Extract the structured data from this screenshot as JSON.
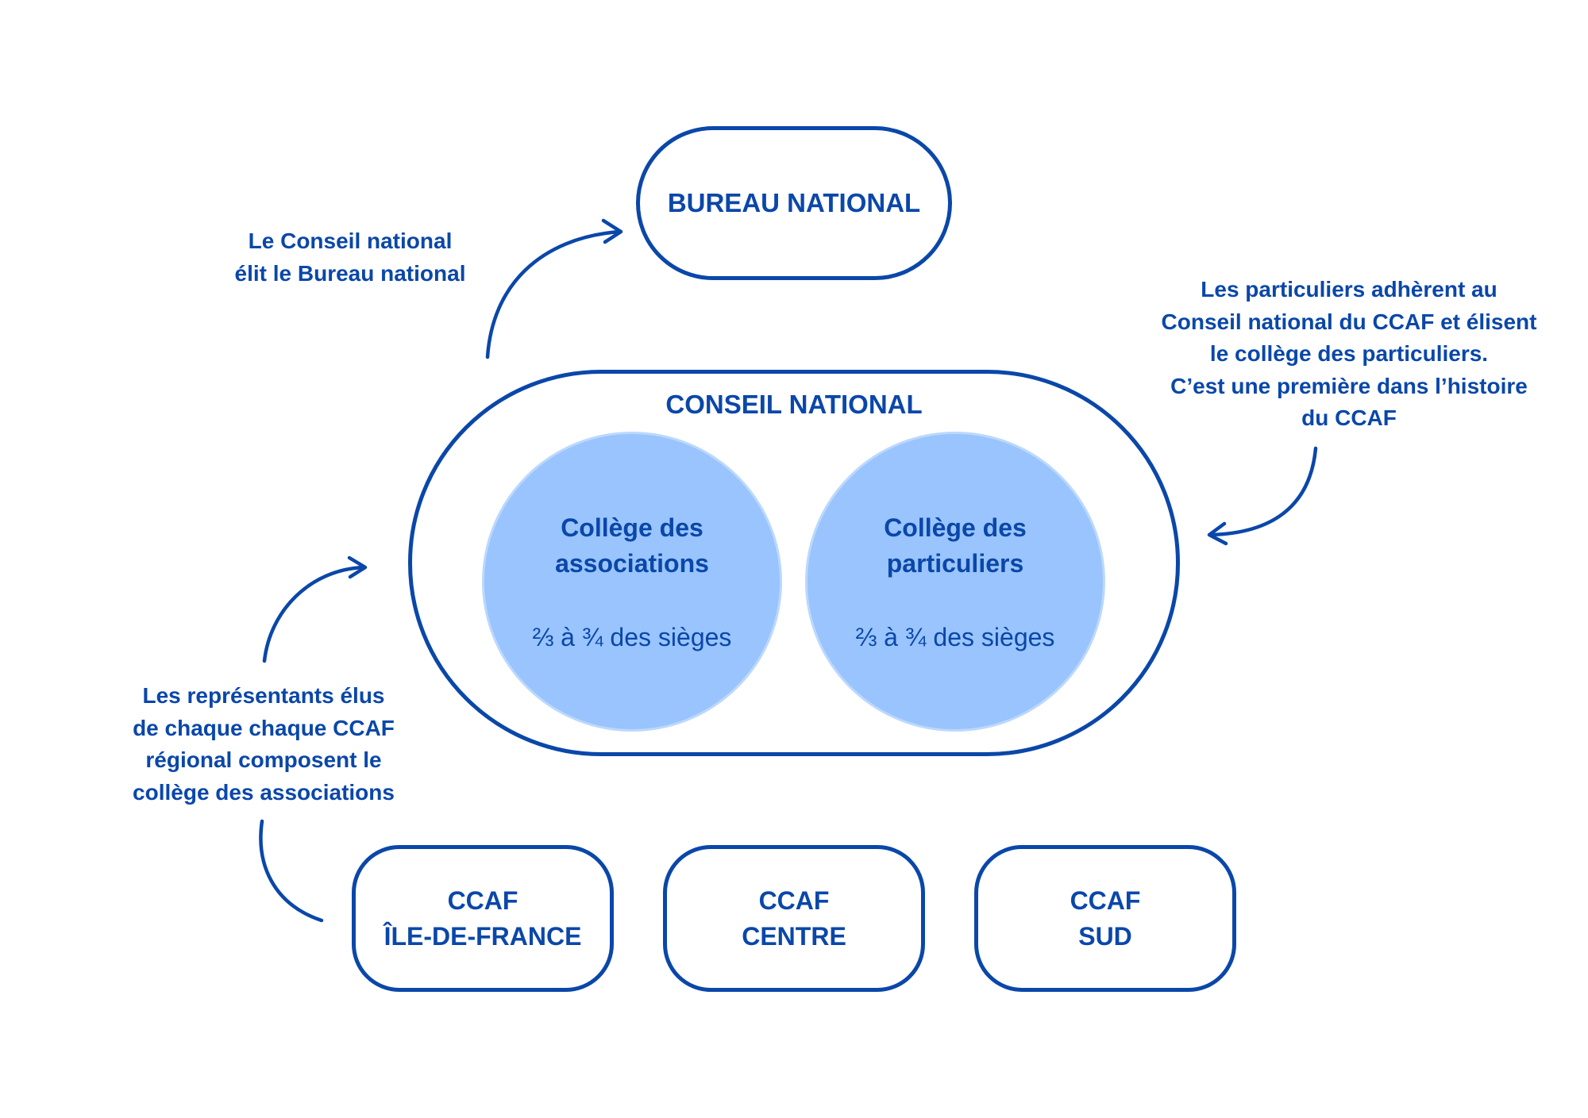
{
  "colors": {
    "primary": "#0a47a9",
    "college_fill": "#99c4fd",
    "college_border": "#bcd8fd",
    "background": "#ffffff"
  },
  "bureau": {
    "label": "BUREAU NATIONAL"
  },
  "conseil": {
    "title": "CONSEIL NATIONAL",
    "colleges": [
      {
        "name_line1": "Collège des",
        "name_line2": "associations",
        "seats": "⅔ à ¾ des sièges"
      },
      {
        "name_line1": "Collège des",
        "name_line2": "particuliers",
        "seats": "⅔ à ¾ des sièges"
      }
    ]
  },
  "regions": [
    {
      "line1": "CCAF",
      "line2": "ÎLE-DE-FRANCE"
    },
    {
      "line1": "CCAF",
      "line2": "CENTRE"
    },
    {
      "line1": "CCAF",
      "line2": "SUD"
    }
  ],
  "notes": {
    "top": [
      "Le Conseil national",
      "élit le Bureau national"
    ],
    "right": [
      "Les particuliers adhèrent au",
      "Conseil national du CCAF et élisent",
      "le collège des particuliers.",
      "C’est une première dans l’histoire",
      "du CCAF"
    ],
    "left": [
      "Les représentants élus",
      "de chaque chaque CCAF",
      "régional composent le",
      "collège des associations"
    ]
  },
  "arrows": [
    {
      "id": "conseil-to-bureau",
      "icon": "curved-arrow-right-icon"
    },
    {
      "id": "particuliers-to-conseil",
      "icon": "curved-arrow-left-icon"
    },
    {
      "id": "regions-to-conseil",
      "icon": "curved-arrow-right-icon"
    },
    {
      "id": "regions-connector",
      "icon": "curve-line-icon"
    }
  ]
}
